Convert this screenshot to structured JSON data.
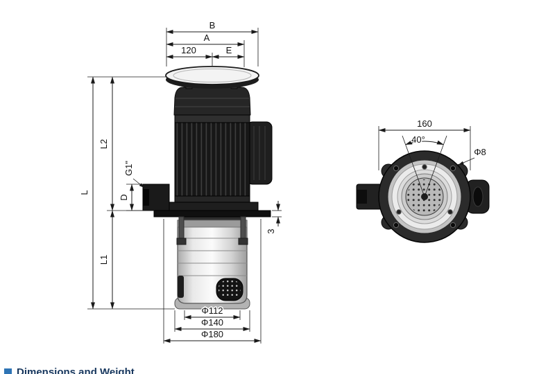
{
  "drawing": {
    "front": {
      "B": "B",
      "A": "A",
      "width_120": "120",
      "E": "E",
      "L": "L",
      "L2": "L2",
      "L1": "L1",
      "G1_thread": "G1\"",
      "D": "D",
      "plate_thickness": "3",
      "phi112": "Φ112",
      "phi140": "Φ140",
      "phi180": "Φ180"
    },
    "top": {
      "width_160": "160",
      "angle_40": "40°",
      "phi8": "Φ8"
    }
  },
  "footer": {
    "heading": "Dimensions and Weight"
  },
  "colors": {
    "line": "#1a1a1a",
    "bullet_blue": "#2e74b5",
    "heading_navy": "#17375e",
    "metal_dark": "#262626",
    "metal_light": "#e9e9e9"
  }
}
